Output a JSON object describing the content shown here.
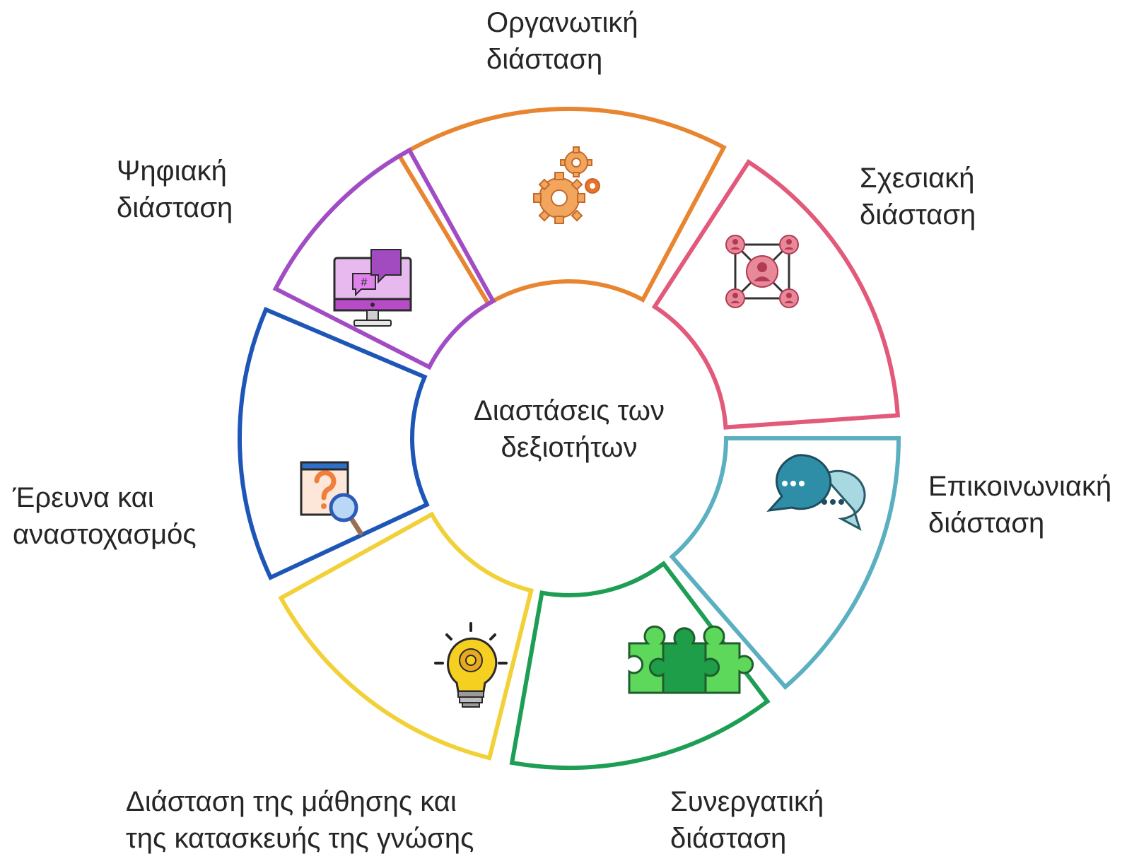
{
  "center": {
    "line1": "Διαστάσεις των",
    "line2": "δεξιοτήτων"
  },
  "dimensions": [
    {
      "id": "organizational",
      "line1": "Οργανωτική",
      "line2": "διάσταση",
      "color": "#E88530",
      "icon": "gears-icon"
    },
    {
      "id": "relational",
      "line1": "Σχεσιακή",
      "line2": "διάσταση",
      "color": "#E2597A",
      "icon": "network-people-icon"
    },
    {
      "id": "communicative",
      "line1": "Επικοινωνιακή",
      "line2": "διάσταση",
      "color": "#5AB0C0",
      "icon": "chat-bubbles-icon"
    },
    {
      "id": "collaborative",
      "line1": "Συνεργατική",
      "line2": "διάσταση",
      "color": "#1E9E55",
      "icon": "puzzle-people-icon"
    },
    {
      "id": "learning",
      "line1": "Διάσταση της μάθησης και",
      "line2": "της κατασκευής της γνώσης",
      "color": "#F2D138",
      "icon": "lightbulb-gear-icon"
    },
    {
      "id": "research",
      "line1": "Έρευνα και",
      "line2": "αναστοχασμός",
      "color": "#1E56B8",
      "icon": "search-question-icon"
    },
    {
      "id": "digital",
      "line1": "Ψηφιακή",
      "line2": "διάσταση",
      "color": "#A14CC4",
      "icon": "computer-chat-icon"
    }
  ]
}
